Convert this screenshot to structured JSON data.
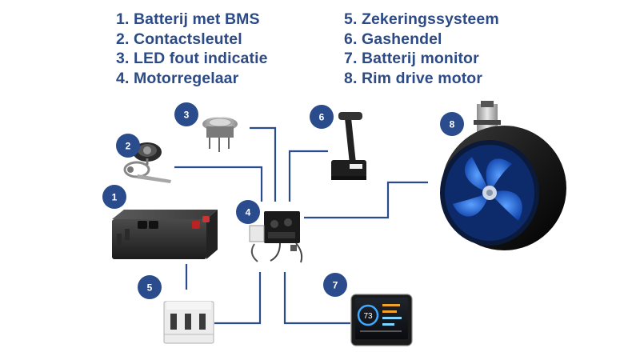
{
  "legend": {
    "left": [
      "1. Batterij met BMS",
      "2. Contactsleutel",
      "3. LED fout indicatie",
      "4. Motorregelaar"
    ],
    "right": [
      "5. Zekeringssysteem",
      "6. Gashendel",
      "7. Batterij monitor",
      "8. Rim drive motor"
    ]
  },
  "badges": [
    "1",
    "2",
    "3",
    "4",
    "5",
    "6",
    "7",
    "8"
  ],
  "monitor_screen": {
    "dial_value": "73"
  },
  "colors": {
    "legend_text": "#2c4a86",
    "badge_fill": "#2a4c8c",
    "connector_line": "#2a4c8c",
    "propeller_blue": "#1f5fd6"
  }
}
